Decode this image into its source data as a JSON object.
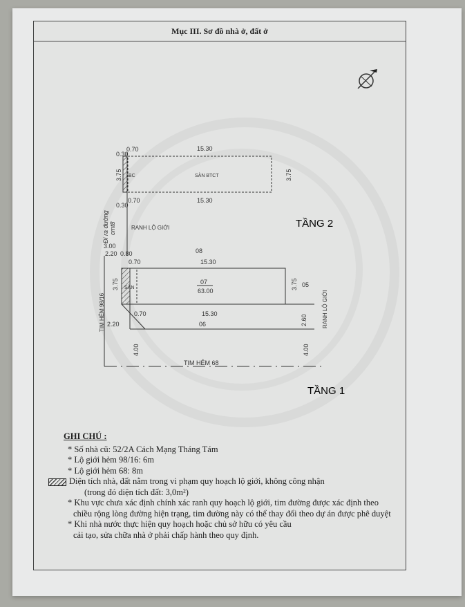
{
  "document": {
    "section_title": "Mục III. Sơ đồ nhà ở, đất ở",
    "north_symbol": "compass-north-icon"
  },
  "plan": {
    "floor2": {
      "label": "TẦNG 2",
      "slab_label": "SÀN BTCT",
      "bc_label": "BC",
      "top_width": "15.30",
      "bottom_width": "15.30",
      "left_offset_top": "0.70",
      "left_offset_bottom": "0.70",
      "corner_top": "0.30",
      "corner_bottom": "0.30",
      "left_depth": "3.75",
      "right_depth": "3.75"
    },
    "floor1": {
      "label": "TẦNG 1",
      "parcel_no": "07",
      "area": "63.00",
      "top_width": "15.30",
      "bottom_width": "15.30",
      "offset_top": "0.70",
      "offset_bottom": "0.70",
      "left_depth": "3.75",
      "right_depth": "3.75",
      "san_label": "SÀN",
      "neighbor_north": "08",
      "neighbor_south": "06",
      "neighbor_east": "05",
      "right_road_gap": "2.60",
      "left_gap": "2.20",
      "dim_300": "3.00",
      "dim_220": "2.20",
      "dim_080": "0.80",
      "road_offset_left": "4.00",
      "road_offset_right": "4.00"
    },
    "labels": {
      "boundary_left": "RANH LỘ GIỚI",
      "boundary_right": "RANH LỘ GIỚI",
      "alley_left": "TIM HẺM 98/16",
      "alley_bottom": "TIM HẺM 68",
      "exit_line1": "Đi ra đường",
      "exit_line2": "cmt8"
    }
  },
  "notes": {
    "title": "GHI CHÚ :",
    "items": [
      "* Số nhà cũ: 52/2A Cách Mạng Tháng Tám",
      "* Lộ giới hẻm 98/16: 6m",
      "* Lộ giới hẻm 68: 8m",
      "Diện tích nhà, đất nằm trong vi phạm quy hoạch lộ giới, không công nhận",
      "(trong đó diện tích đất: 3,0m²)",
      "* Khu vực chưa xác định chính xác ranh quy hoạch lộ giới, tim đường được xác định theo",
      "chiều rộng lòng đường hiện trạng, tim đường này có thể thay đổi theo dự án được phê duyệt",
      "* Khi nhà nước thực hiện quy hoạch hoặc chủ sở hữu có yêu cầu",
      "cải tạo, sửa chữa nhà ở phải chấp hành theo quy định."
    ]
  }
}
